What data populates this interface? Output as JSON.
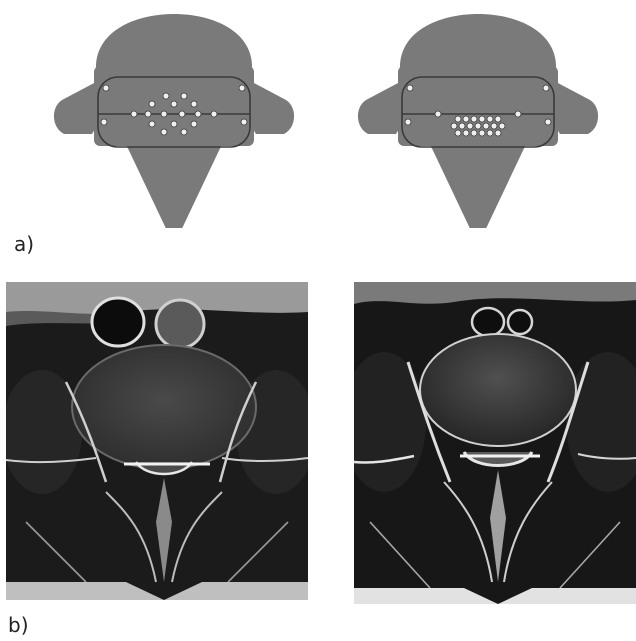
{
  "figure": {
    "panel_a_label": "a)",
    "panel_b_label": "b)"
  },
  "colors": {
    "diagram_fill": "#7a7a7a",
    "diagram_outline": "#3a3a3a",
    "mri_background": "#1a1a1a",
    "mri_disc": "#3c3c3c",
    "mri_highlight": "#d8d8d8"
  },
  "diagrams": [
    {
      "name": "central-nucleus-diagram",
      "nucleus_pattern": "central-cluster"
    },
    {
      "name": "posterior-nucleus-diagram",
      "nucleus_pattern": "posterior-cluster"
    }
  ],
  "mri_images": [
    {
      "name": "mri-axial-left"
    },
    {
      "name": "mri-axial-right"
    }
  ]
}
